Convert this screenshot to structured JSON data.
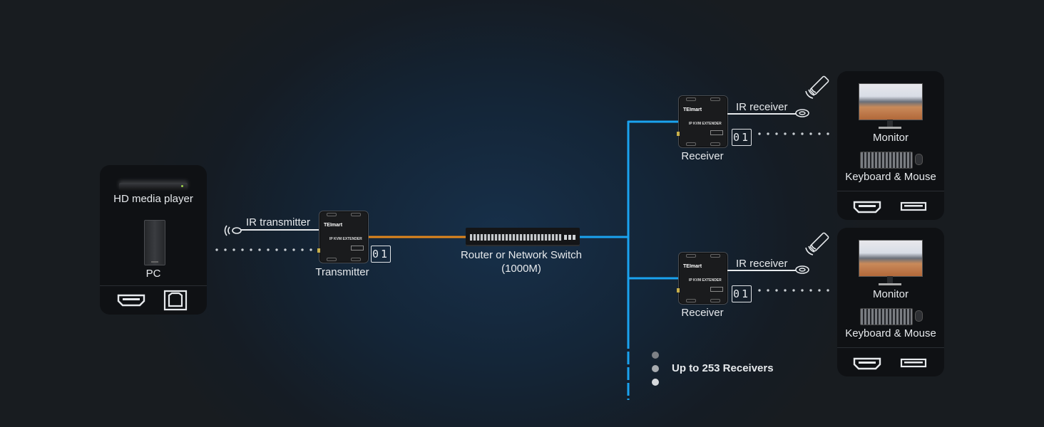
{
  "colors": {
    "orange_link": "#e2871c",
    "blue_link": "#1aa3f0",
    "panel_bg": "#0f1114"
  },
  "source_panel": {
    "devices": [
      {
        "label": "HD media player",
        "icon": "media-player-icon"
      },
      {
        "label": "PC",
        "icon": "pc-tower-icon"
      }
    ],
    "ports": [
      "hdmi-port-icon",
      "usb-b-port-icon"
    ]
  },
  "transmitter": {
    "label": "Transmitter",
    "ir_label": "IR transmitter",
    "brand": "TEImart",
    "model": "IP KVM EXTENDER",
    "id": "01"
  },
  "switch": {
    "label_line1": "Router or Network Switch",
    "label_line2": "(1000M)"
  },
  "receivers": [
    {
      "label": "Receiver",
      "ir_label": "IR receiver",
      "brand": "TEImart",
      "model": "IP KVM EXTENDER",
      "id": "01",
      "panel": {
        "devices": [
          {
            "label": "Monitor",
            "icon": "monitor-icon"
          },
          {
            "label": "Keyboard & Mouse",
            "icon": "keyboard-mouse-icon"
          }
        ],
        "ports": [
          "hdmi-port-icon",
          "usb-a-port-icon"
        ]
      }
    },
    {
      "label": "Receiver",
      "ir_label": "IR receiver",
      "brand": "TEImart",
      "model": "IP KVM EXTENDER",
      "id": "01",
      "panel": {
        "devices": [
          {
            "label": "Monitor",
            "icon": "monitor-icon"
          },
          {
            "label": "Keyboard & Mouse",
            "icon": "keyboard-mouse-icon"
          }
        ],
        "ports": [
          "hdmi-port-icon",
          "usb-a-port-icon"
        ]
      }
    }
  ],
  "expansion_note": "Up to 253 Receivers"
}
